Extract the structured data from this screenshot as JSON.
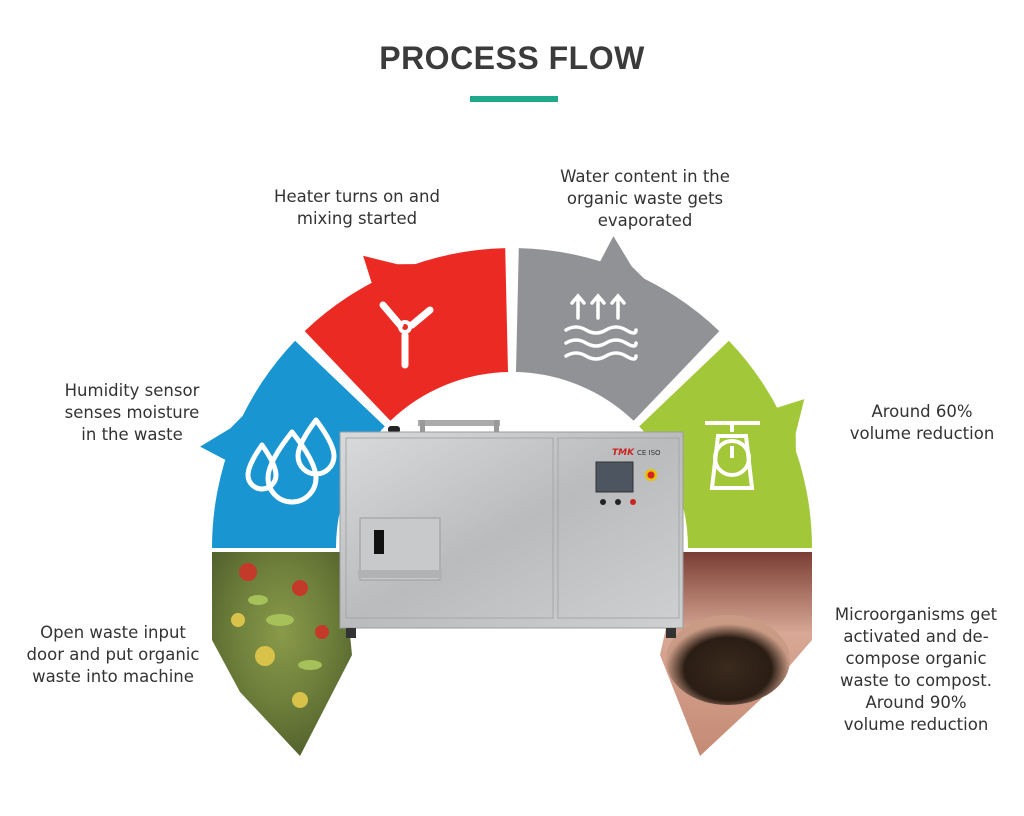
{
  "title": "PROCESS FLOW",
  "colors": {
    "accent": "#1fa88a",
    "blue": "#1996d1",
    "red": "#ec2a24",
    "gray": "#909296",
    "green": "#a2c83a"
  },
  "steps": [
    {
      "id": "input",
      "icon": "waste-photo",
      "lines": [
        "Open waste input",
        "door and put organic",
        "waste into machine"
      ]
    },
    {
      "id": "humidity",
      "icon": "water-drops-icon",
      "lines": [
        "Humidity sensor",
        "senses moisture",
        "in the waste"
      ]
    },
    {
      "id": "heater",
      "icon": "mixer-blade-icon",
      "lines": [
        "Heater turns on and",
        "mixing started"
      ]
    },
    {
      "id": "evaporate",
      "icon": "evaporation-icon",
      "lines": [
        "Water content in the",
        "organic waste gets",
        "evaporated"
      ]
    },
    {
      "id": "reduction60",
      "icon": "scale-icon",
      "lines": [
        "Around 60%",
        "volume reduction"
      ]
    },
    {
      "id": "compost",
      "icon": "compost-photo",
      "lines": [
        "Microorganisms get",
        "activated and de-",
        "compose organic",
        "waste to compost.",
        "Around 90%",
        "volume reduction"
      ]
    }
  ],
  "machine": {
    "brand": "TMK",
    "cert": "CE ISO"
  }
}
